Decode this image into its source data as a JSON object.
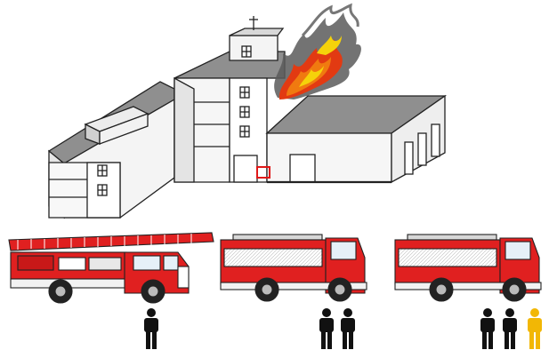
{
  "scene": {
    "building": {
      "fire": true,
      "marker": "red-square-marker"
    },
    "vehicles": [
      {
        "kind": "aerial-ladder-truck",
        "crew_black": 1,
        "crew_yellow": 0
      },
      {
        "kind": "fire-engine",
        "crew_black": 2,
        "crew_yellow": 0
      },
      {
        "kind": "fire-engine",
        "crew_black": 2,
        "crew_yellow": 1
      }
    ],
    "colors": {
      "truck_red": "#e02020",
      "fire_orange": "#f07a10",
      "fire_yellow": "#f5d20a",
      "crew_black": "#111111",
      "crew_yellow": "#f2b705",
      "roof_gray": "#8f8f8f"
    }
  }
}
